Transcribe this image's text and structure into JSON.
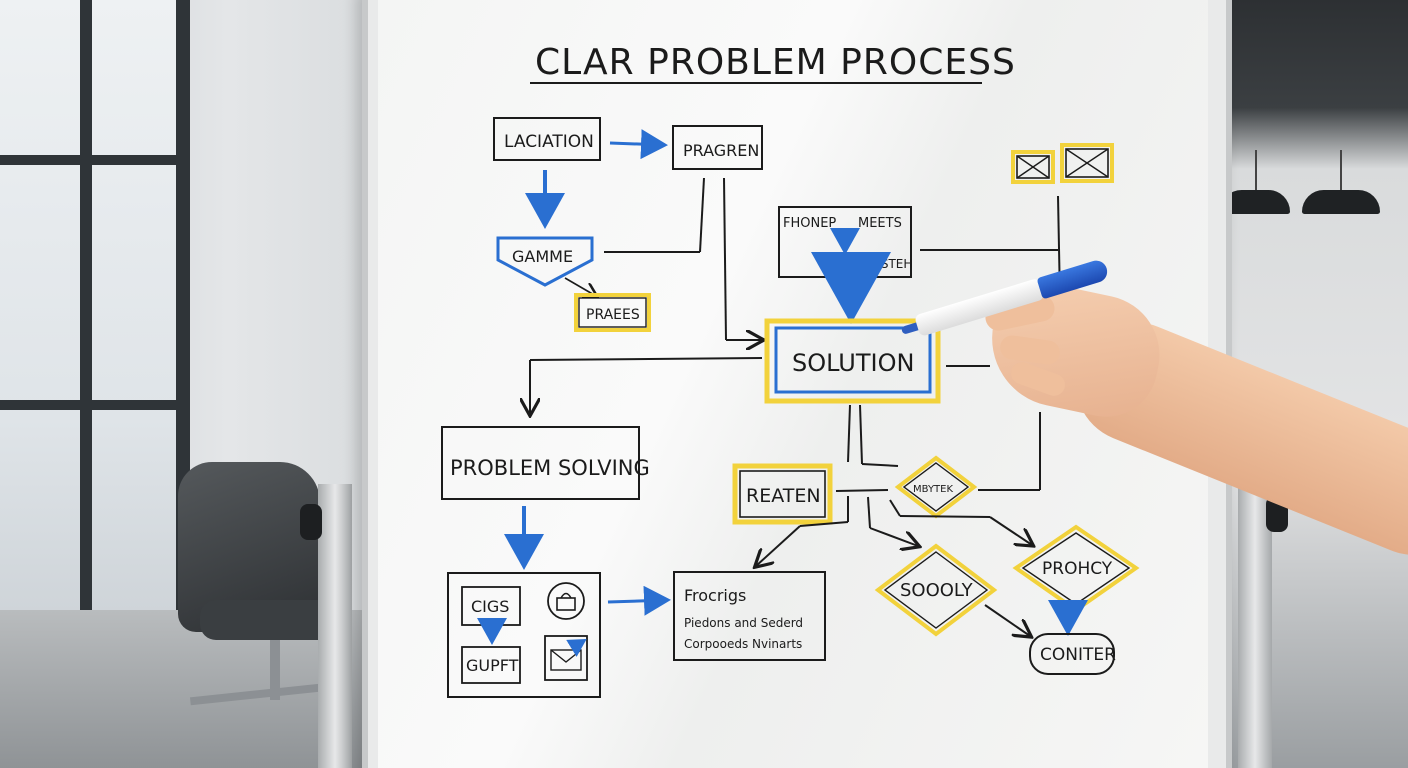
{
  "board": {
    "title": "CLAR PROBLEM PROCESS",
    "nodes": {
      "laciation": "LACIATION",
      "pragren": "PRAGREN",
      "gamme": "GAMME",
      "praees": "PRAEES",
      "phonep": "FHONEP",
      "meets": "MEETS",
      "chosten": "CHOSTEH",
      "solution": "SOLUTION",
      "problem_solving": "PROBLEM SOLVING",
      "reaten": "REATEN",
      "mbytek": "MBYTEK",
      "prohcy": "PROHCY",
      "soooly": "SOOOLY",
      "conter": "CONITER",
      "cigs": "CIGS",
      "gupft": "GUPFT",
      "frocrigs": "Frocrigs",
      "note_line1": "Piedons and Sederd",
      "note_line2": "Corpooeds Nvinarts"
    }
  },
  "icons": [
    "checkbox-x-icon",
    "shopping-bag-icon",
    "envelope-icon",
    "marker-pen"
  ],
  "colors": {
    "ink": "#1b1b1b",
    "blue_marker": "#2a6fd1",
    "yellow_highlight": "#f2d23c"
  }
}
